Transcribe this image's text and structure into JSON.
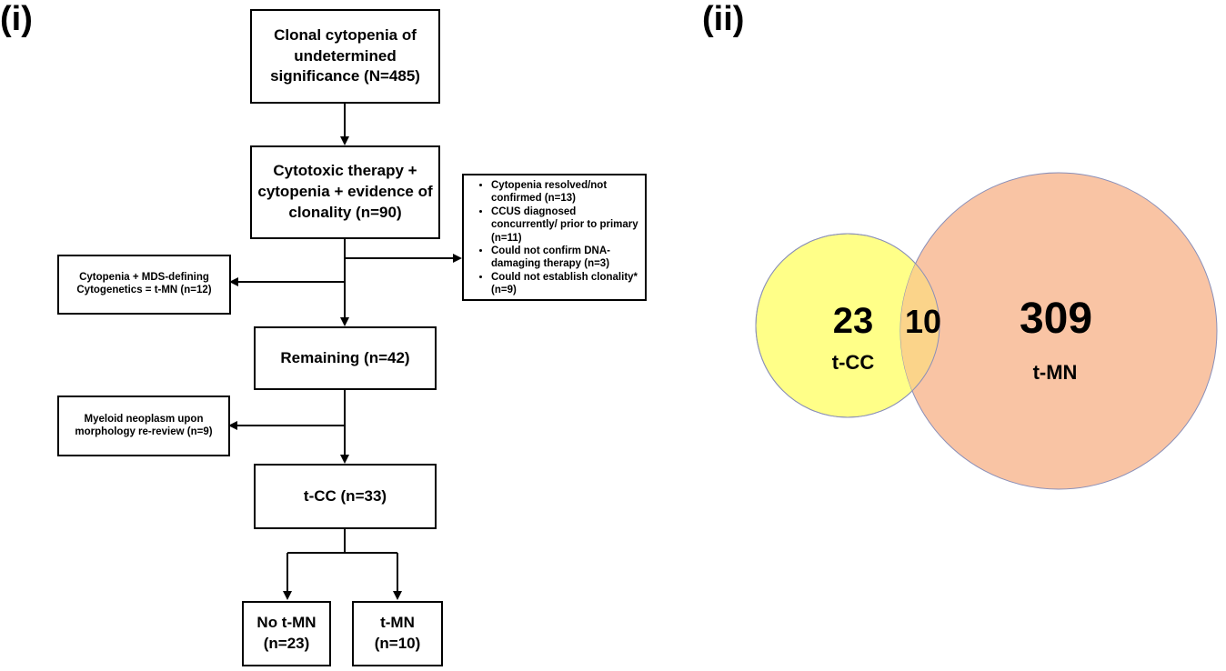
{
  "panels": {
    "left_label": "(i)",
    "right_label": "(ii)"
  },
  "flowchart": {
    "ccus": "Clonal cytopenia of undetermined significance (N=485)",
    "cytotoxic": "Cytotoxic therapy + cytopenia + evidence of clonality (n=90)",
    "exclusions": [
      "Cytopenia resolved/not confirmed (n=13)",
      "CCUS diagnosed concurrently/ prior to primary (n=11)",
      "Could not confirm DNA-damaging therapy (n=3)",
      "Could not establish clonality* (n=9)"
    ],
    "mds_cytogenetics": "Cytopenia + MDS-defining Cytogenetics = t-MN (n=12)",
    "remaining": "Remaining (n=42)",
    "myeloid": "Myeloid neoplasm upon morphology re-review (n=9)",
    "tcc": "t-CC (n=33)",
    "no_tmn_line1": "No t-MN",
    "no_tmn_line2": "(n=23)",
    "tmn_line1": "t-MN",
    "tmn_line2": "(n=10)"
  },
  "venn": {
    "left_only": "23",
    "left_label": "t-CC",
    "overlap": "10",
    "right_only": "309",
    "right_label": "t-MN",
    "left_color": "#ffff88",
    "right_color": "#f9c4a4",
    "overlap_color": "#fbd48a"
  }
}
